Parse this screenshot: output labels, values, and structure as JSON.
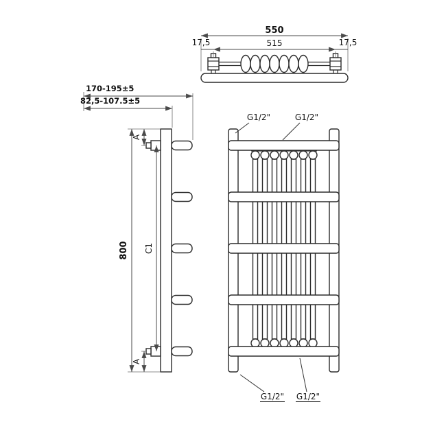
{
  "colors": {
    "background": "#ffffff",
    "part_line": "#2b2b2b",
    "dimension_line": "#4a4a4a",
    "text": "#111111"
  },
  "top_view": {
    "overall_width": "550",
    "inner_width": "515",
    "offset_left": "17,5",
    "offset_right": "17,5"
  },
  "side_view": {
    "depth_total": "170-195±5",
    "depth_inner": "82,5-107.5±5",
    "height": "800",
    "center_distance_label": "C1",
    "top_offset_label": "A",
    "bottom_offset_label": "A"
  },
  "front_view": {
    "connection_top_left": "G1/2\"",
    "connection_top_right": "G1/2\"",
    "connection_bottom_left": "G1/2\"",
    "connection_bottom_right": "G1/2\""
  }
}
